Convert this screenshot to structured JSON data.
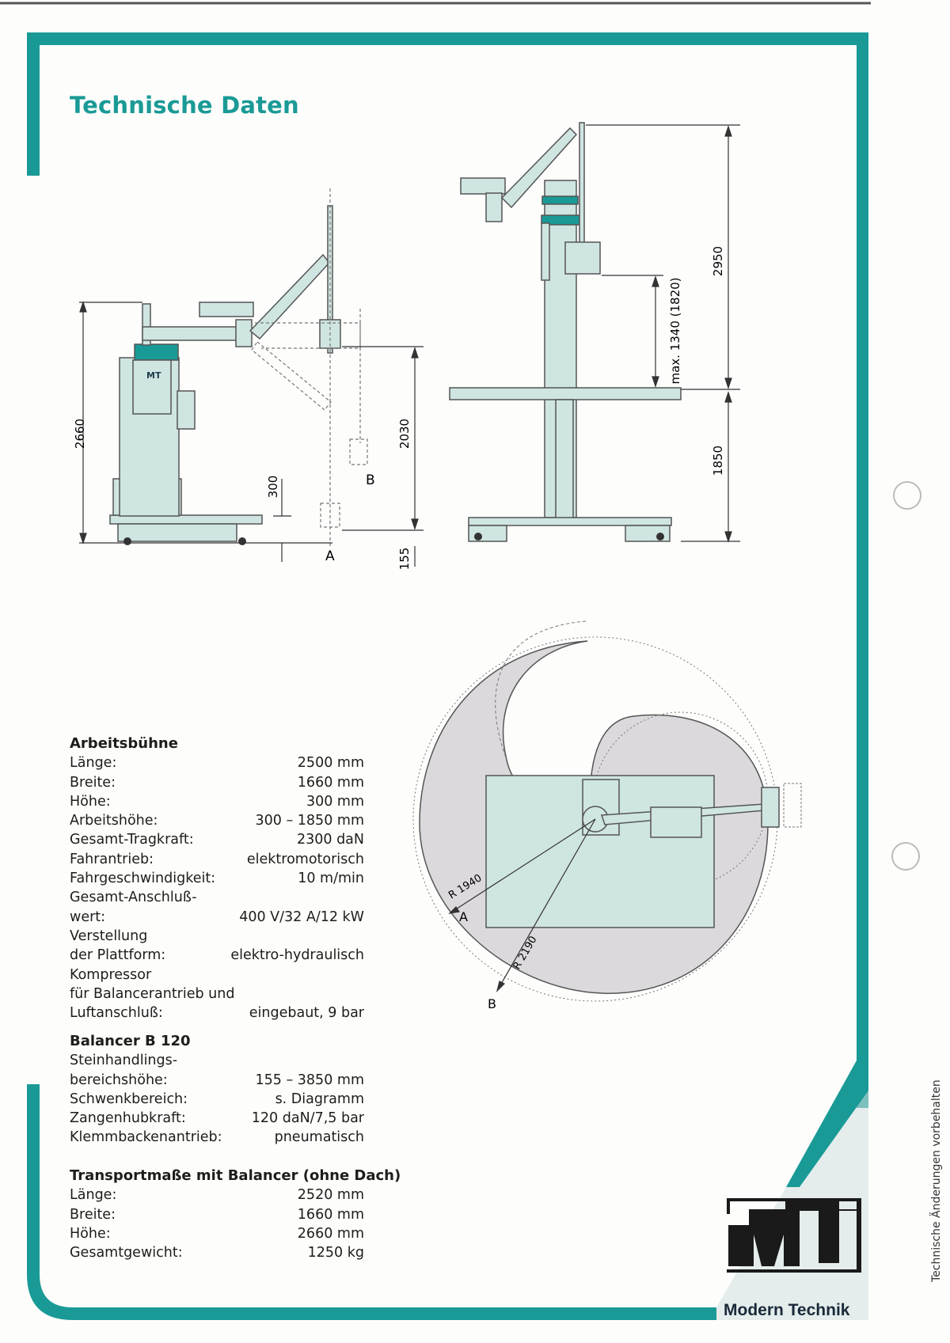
{
  "title": "Technische Daten",
  "drawing": {
    "dim_2660": "2660",
    "dim_300": "300",
    "dim_2030": "2030",
    "dim_155": "155",
    "label_a": "A",
    "label_b": "B",
    "dim_2950": "2950",
    "dim_max": "max. 1340 (1820)",
    "dim_1850": "1850",
    "radius_a": "R 1940",
    "radius_b": "R 2190",
    "machine_logo": "MT"
  },
  "sections": {
    "arbeitsbuehne": {
      "heading": "Arbeitsbühne",
      "rows": [
        {
          "label": "Länge:",
          "value": "2500 mm"
        },
        {
          "label": "Breite:",
          "value": "1660 mm"
        },
        {
          "label": "Höhe:",
          "value": "300 mm"
        },
        {
          "label": "Arbeitshöhe:",
          "value": "300 – 1850 mm"
        },
        {
          "label": "Gesamt-Tragkraft:",
          "value": "2300 daN"
        },
        {
          "label": "Fahrantrieb:",
          "value": "elektromotorisch"
        },
        {
          "label": "Fahrgeschwindigkeit:",
          "value": "10 m/min"
        },
        {
          "label": "Gesamt-Anschluß-",
          "value": ""
        },
        {
          "label": "wert:",
          "value": "400 V/32 A/12 kW"
        },
        {
          "label": "Verstellung",
          "value": ""
        },
        {
          "label": "der Plattform:",
          "value": "elektro-hydraulisch"
        },
        {
          "label": "Kompressor",
          "value": ""
        },
        {
          "label": "für Balancerantrieb und",
          "value": ""
        },
        {
          "label": "Luftanschluß:",
          "value": "eingebaut, 9 bar"
        }
      ]
    },
    "balancer": {
      "heading": "Balancer B 120",
      "rows": [
        {
          "label": "Steinhandlings-",
          "value": ""
        },
        {
          "label": "bereichshöhe:",
          "value": "155 – 3850 mm"
        },
        {
          "label": "Schwenkbereich:",
          "value": "s. Diagramm"
        },
        {
          "label": "Zangenhubkraft:",
          "value": "120 daN/7,5 bar"
        },
        {
          "label": "Klemmbackenantrieb:",
          "value": "pneumatisch"
        }
      ]
    },
    "transport": {
      "heading": "Transportmaße mit Balancer (ohne Dach)",
      "rows": [
        {
          "label": "Länge:",
          "value": "2520 mm"
        },
        {
          "label": "Breite:",
          "value": "1660 mm"
        },
        {
          "label": "Höhe:",
          "value": "2660 mm"
        },
        {
          "label": "Gesamtgewicht:",
          "value": "1250 kg"
        }
      ]
    }
  },
  "logo": {
    "brand": "Modern Technik"
  },
  "side_note": "Technische Änderungen vorbehalten",
  "colors": {
    "teal": "#1a9a96",
    "machine_fill": "#cfe5e1",
    "outline": "#555555"
  }
}
